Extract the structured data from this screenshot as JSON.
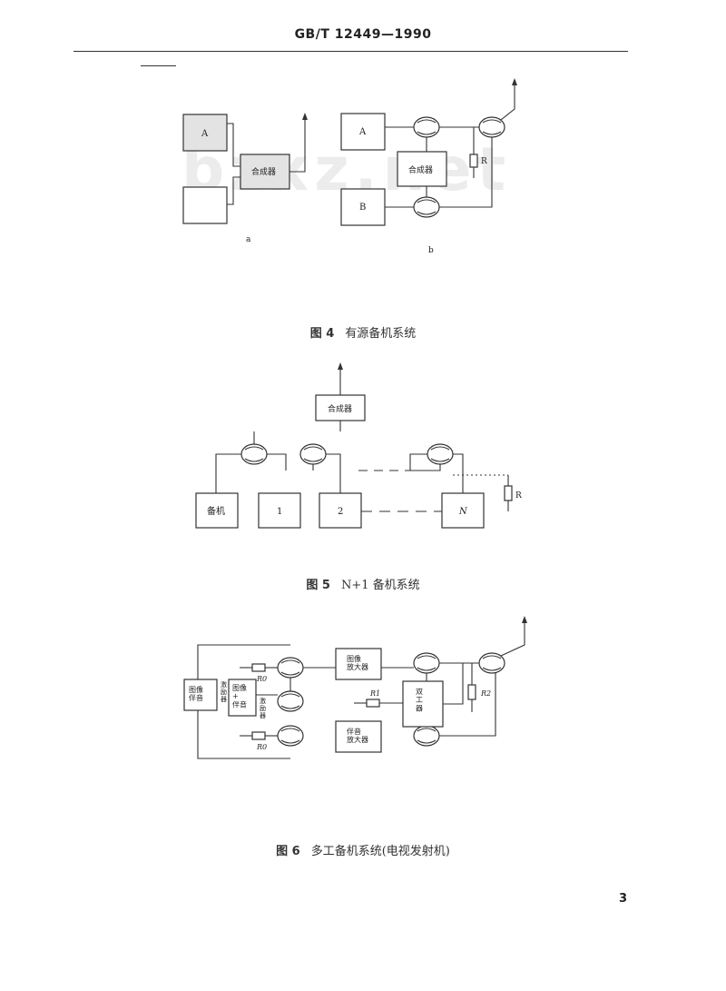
{
  "header": {
    "standard_number": "GB/T  12449—1990"
  },
  "watermark": "bzxz.net",
  "figure4": {
    "panel_a": {
      "box_a": "A",
      "combiner": "合成器",
      "sublabel": "a"
    },
    "panel_b": {
      "box_a": "A",
      "box_b": "B",
      "combiner": "合成器",
      "resistor": "R",
      "sublabel": "b"
    },
    "caption_num": "图 4",
    "caption_text": "有源备机系统"
  },
  "figure5": {
    "combiner": "合成器",
    "standby": "备机",
    "box1": "1",
    "box2": "2",
    "boxN": "N",
    "resistor": "R",
    "caption_num": "图 5",
    "caption_text": "N+1 备机系统"
  },
  "figure6": {
    "image_amp": "图像\n放大器",
    "sound_amp": "伴音\n放大器",
    "diplexer": "双\n工\n器",
    "exciter1": "图像\n伴音",
    "exciter1_side": "激\n励\n器",
    "exciter2": "图像\n+\n伴音",
    "exciter2_side": "激\n励\n器",
    "r0_top": "R0",
    "r0_bottom": "R0",
    "r1": "R1",
    "r2": "R2",
    "caption_num": "图 6",
    "caption_text": "多工备机系统(电视发射机)"
  },
  "page_number": "3"
}
